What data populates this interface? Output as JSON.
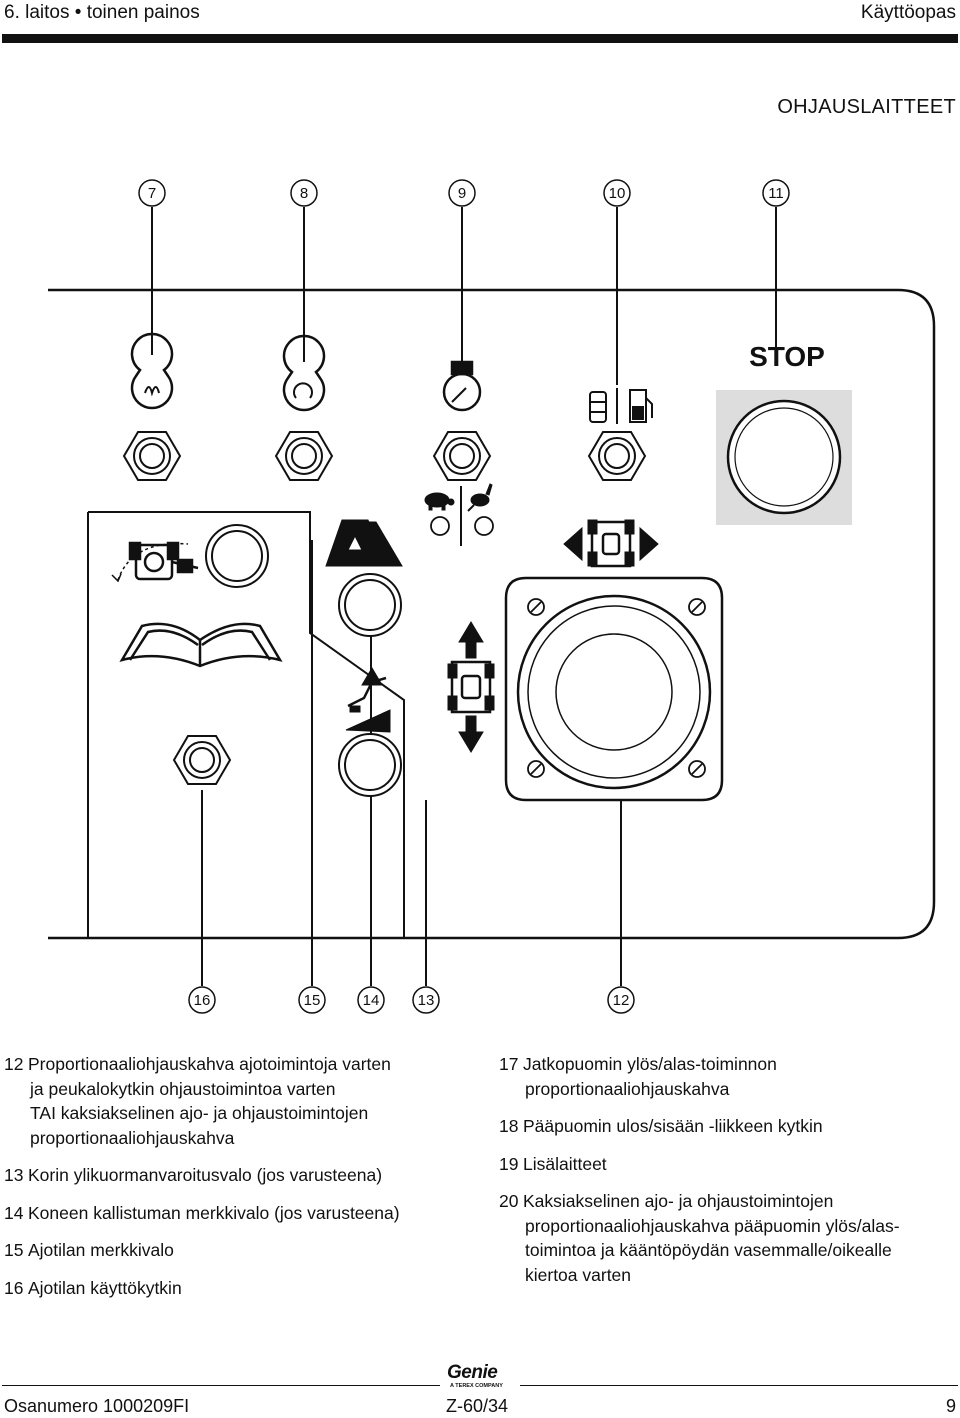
{
  "header": {
    "edition": "6. laitos • toinen painos",
    "doc_type": "Käyttöopas"
  },
  "section_title": "OHJAUSLAITTEET",
  "diagram": {
    "top_callouts": [
      "7",
      "8",
      "9",
      "10",
      "11"
    ],
    "bottom_callouts": [
      "16",
      "15",
      "14",
      "13",
      "12"
    ],
    "stop_label": "STOP"
  },
  "legend_left": [
    {
      "num": "12",
      "lines": [
        "Proportionaaliohjauskahva ajotoimintoja varten",
        "ja peukalokytkin ohjaustoimintoa varten",
        "TAI kaksiakselinen ajo- ja ohjaustoimintojen",
        "proportionaaliohjauskahva"
      ]
    },
    {
      "num": "13",
      "lines": [
        "Korin ylikuormanvaroitusvalo (jos varusteena)"
      ]
    },
    {
      "num": "14",
      "lines": [
        "Koneen kallistuman merkkivalo (jos varusteena)"
      ]
    },
    {
      "num": "15",
      "lines": [
        "Ajotilan merkkivalo"
      ]
    },
    {
      "num": "16",
      "lines": [
        "Ajotilan  käyttökytkin"
      ]
    }
  ],
  "legend_right": [
    {
      "num": "17",
      "lines": [
        "Jatkopuomin ylös/alas-toiminnon",
        "proportionaaliohjauskahva"
      ]
    },
    {
      "num": "18",
      "lines": [
        "Pääpuomin ulos/sisään -liikkeen kytkin"
      ]
    },
    {
      "num": "19",
      "lines": [
        "Lisälaitteet"
      ]
    },
    {
      "num": "20",
      "lines": [
        "Kaksiakselinen ajo- ja ohjaustoimintojen",
        "proportionaaliohjauskahva pääpuomin ylös/alas-",
        "toimintoa ja kääntöpöydän vasemmalle/oikealle",
        "kiertoa varten"
      ]
    }
  ],
  "footer": {
    "part_number": "Osanumero  1000209FI",
    "model": "Z-60/34",
    "page": "9",
    "brand": "Genie",
    "brand_sub": "A TEREX COMPANY"
  }
}
